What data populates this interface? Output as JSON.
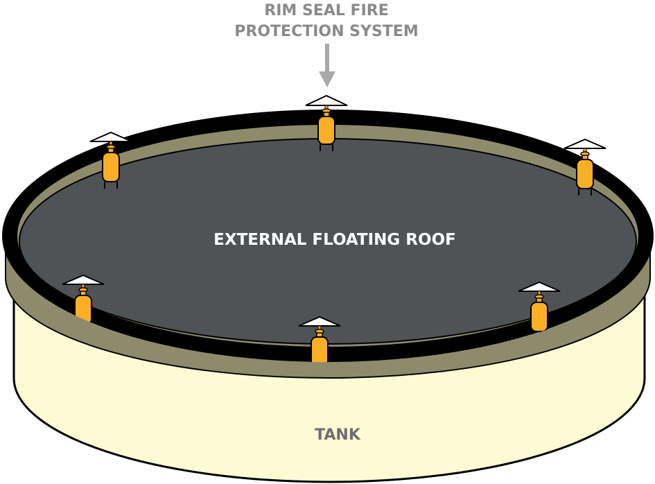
{
  "labels": {
    "system_line1": "RIM SEAL FIRE",
    "system_line2": "PROTECTION SYSTEM",
    "roof": "EXTERNAL FLOATING ROOF",
    "tank": "TANK"
  },
  "colors": {
    "tank_shell": "#fdfbd3",
    "seal_ring": "#8d8b6c",
    "rim_black": "#000000",
    "roof_surface": "#4f5356",
    "unit_orange": "#fbaf27",
    "cap_white": "#ffffff",
    "label_gray": "#8a8a8a",
    "arrow_gray": "#a8a8a8",
    "roof_label": "#ffffff",
    "tank_label": "#6e6e6e"
  }
}
